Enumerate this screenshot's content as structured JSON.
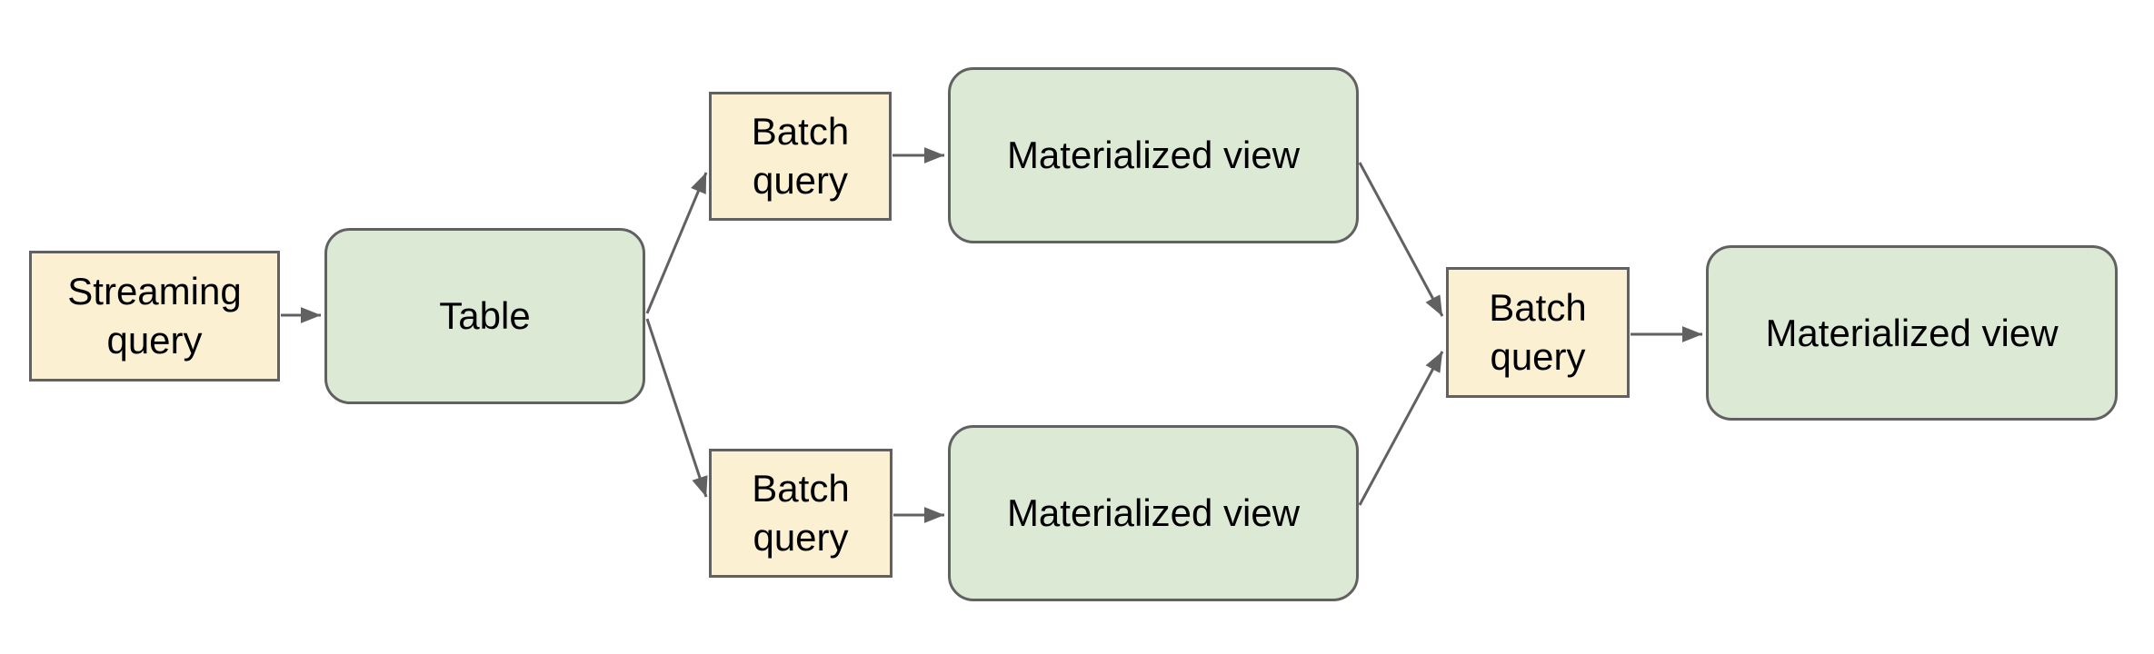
{
  "diagram": {
    "nodes": [
      {
        "id": "streaming-query",
        "label": "Streaming query",
        "kind": "query"
      },
      {
        "id": "table",
        "label": "Table",
        "kind": "data"
      },
      {
        "id": "batch-query-top",
        "label": "Batch query",
        "kind": "query"
      },
      {
        "id": "mv-top",
        "label": "Materialized view",
        "kind": "data"
      },
      {
        "id": "batch-query-bottom",
        "label": "Batch query",
        "kind": "query"
      },
      {
        "id": "mv-bottom",
        "label": "Materialized view",
        "kind": "data"
      },
      {
        "id": "batch-query-right",
        "label": "Batch query",
        "kind": "query"
      },
      {
        "id": "mv-right",
        "label": "Materialized view",
        "kind": "data"
      }
    ],
    "edges": [
      {
        "from": "streaming-query",
        "to": "table"
      },
      {
        "from": "table",
        "to": "batch-query-top"
      },
      {
        "from": "table",
        "to": "batch-query-bottom"
      },
      {
        "from": "batch-query-top",
        "to": "mv-top"
      },
      {
        "from": "batch-query-bottom",
        "to": "mv-bottom"
      },
      {
        "from": "mv-top",
        "to": "batch-query-right"
      },
      {
        "from": "mv-bottom",
        "to": "batch-query-right"
      },
      {
        "from": "batch-query-right",
        "to": "mv-right"
      }
    ],
    "colors": {
      "query_fill": "#FBF1D2",
      "data_fill": "#DCE9D5",
      "border": "#616161",
      "edge": "#616161",
      "text": "#000000",
      "background": "#FFFFFF"
    }
  }
}
